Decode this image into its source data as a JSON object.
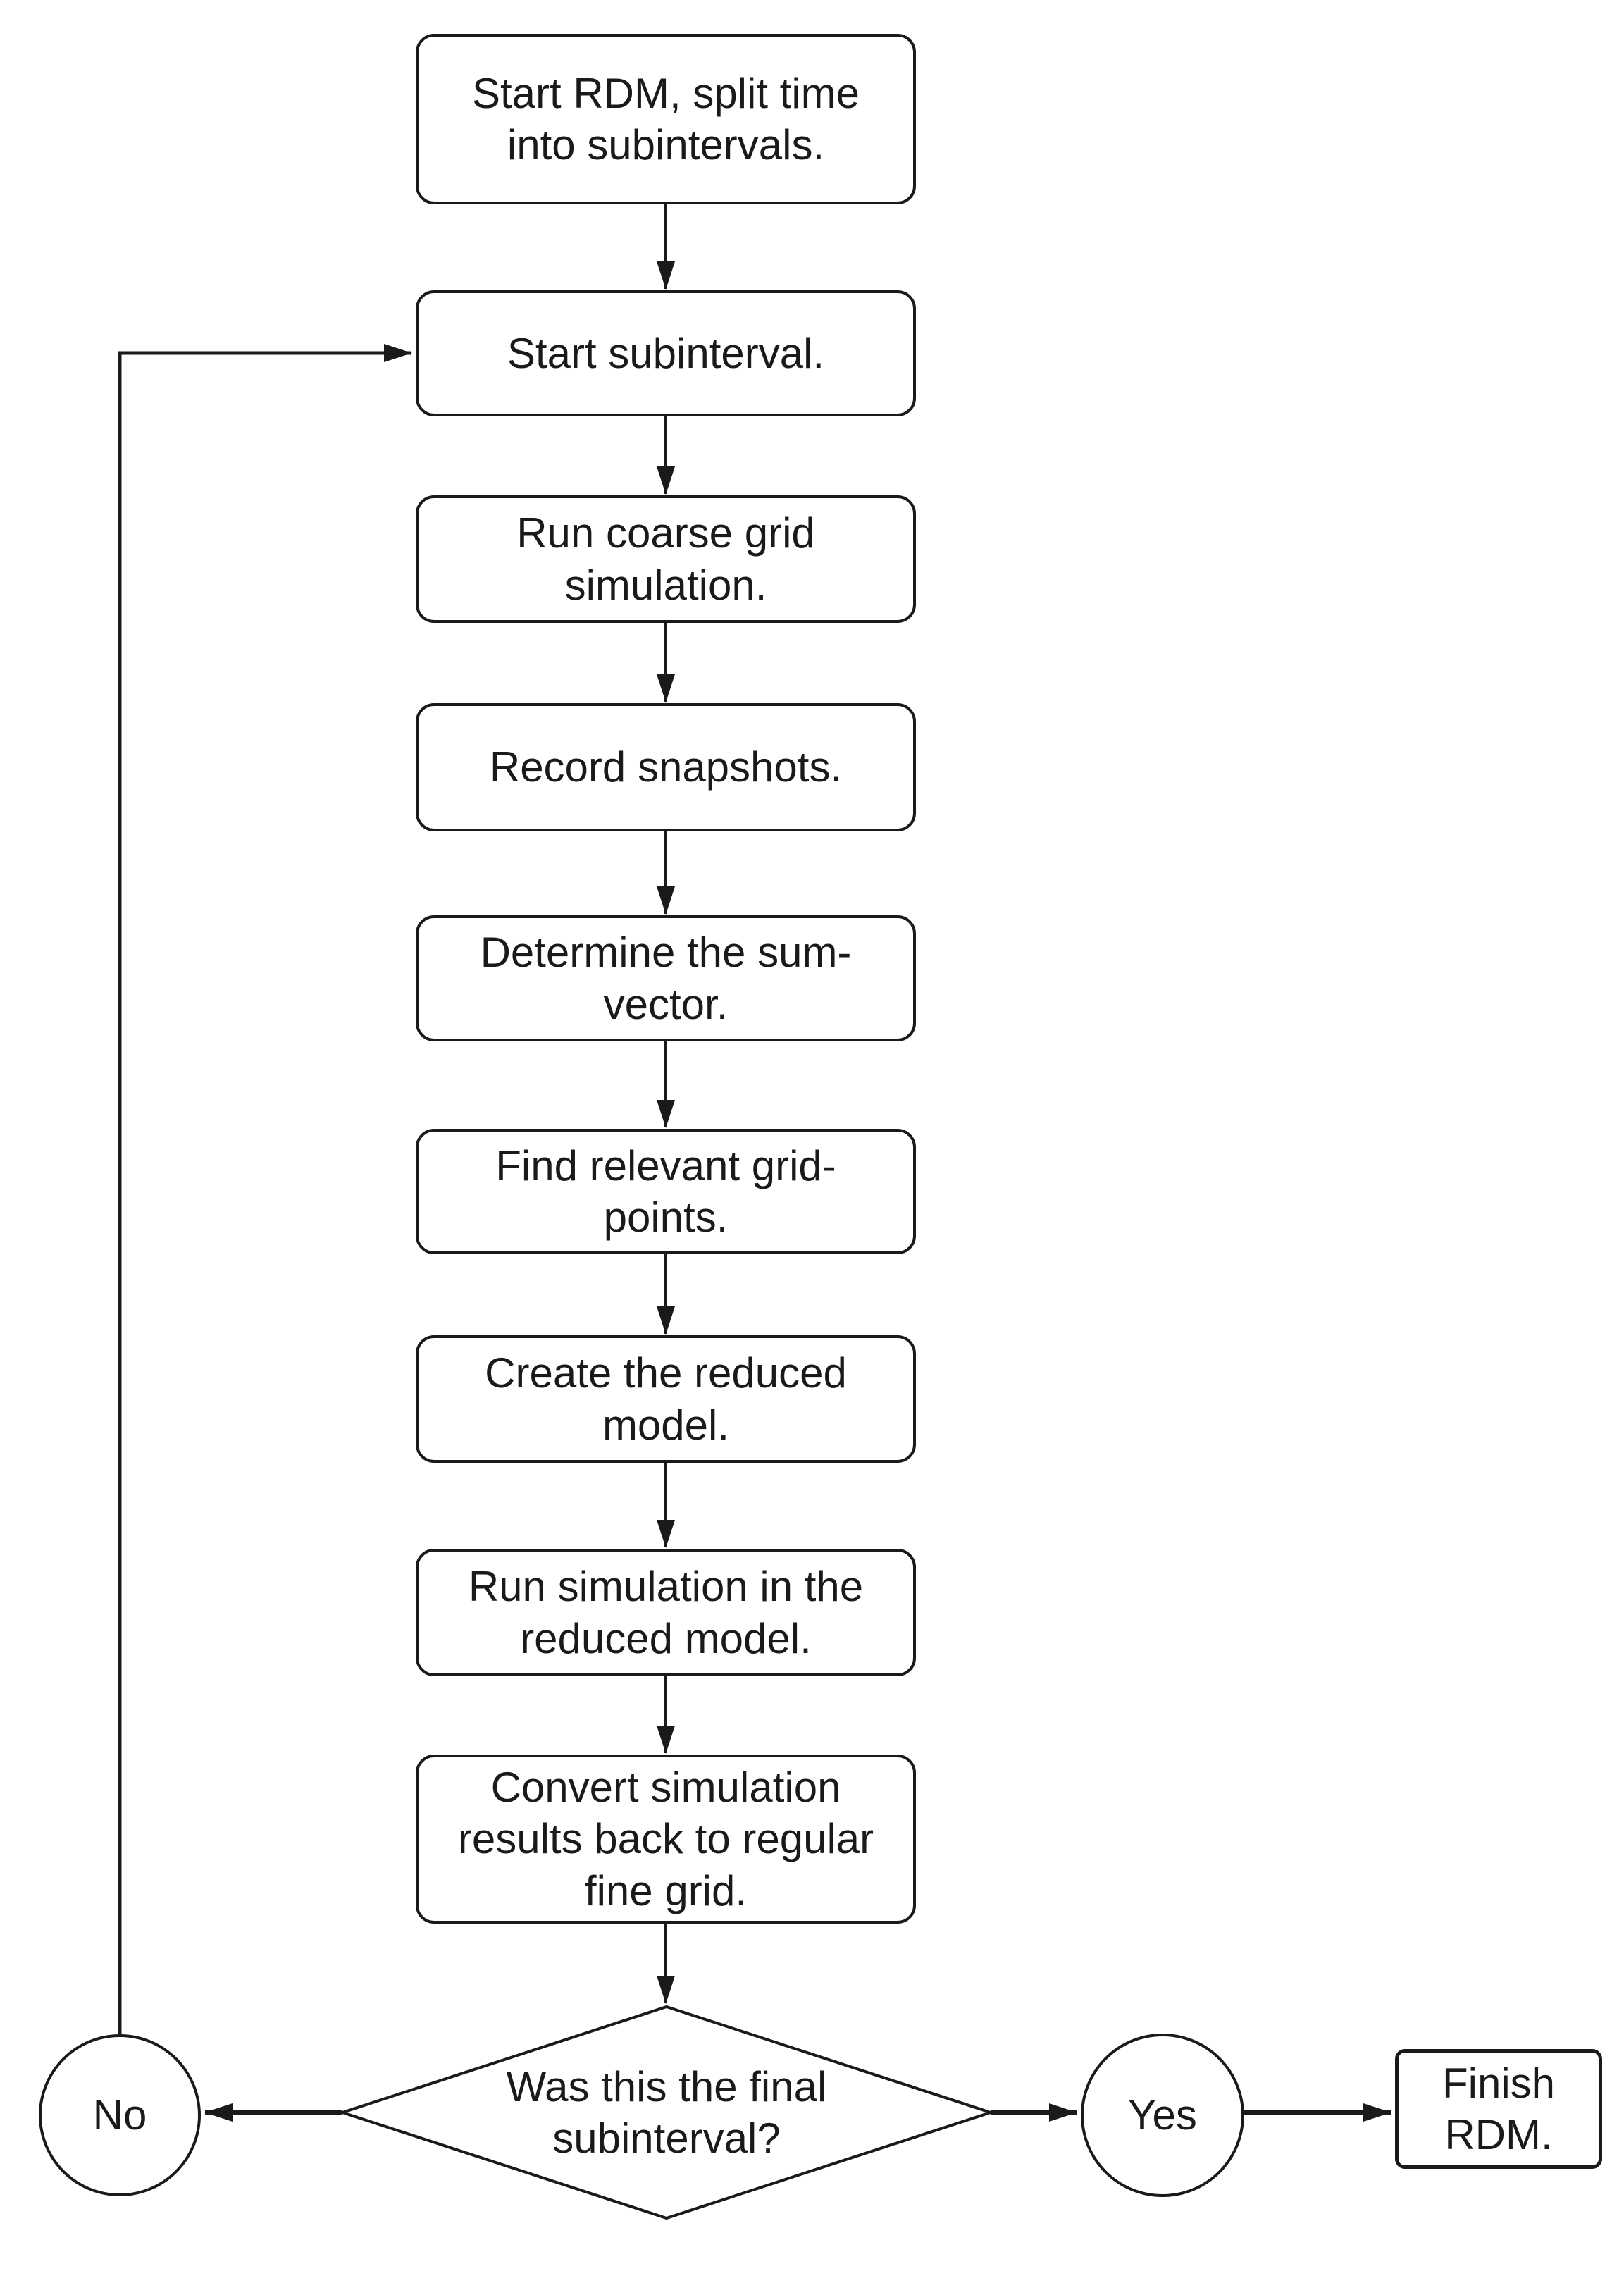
{
  "diagram": {
    "type": "flowchart",
    "background_color": "#ffffff",
    "stroke_color": "#1a1a1a",
    "text_color": "#1a1a1a",
    "nodes": {
      "start_rdm": "Start RDM, split time into subintervals.",
      "start_subinterval": "Start subinterval.",
      "run_coarse_grid": "Run coarse grid simulation.",
      "record_snapshots": "Record snapshots.",
      "determine_sum_vector": "Determine the sum-vector.",
      "find_grid_points": "Find relevant grid-points.",
      "create_reduced_model": "Create the reduced model.",
      "run_reduced_simulation": "Run simulation in the reduced model.",
      "convert_results": "Convert simulation results back to regular fine grid.",
      "decision_final_subinterval": "Was this the final subinterval?",
      "no_label": "No",
      "yes_label": "Yes",
      "finish_rdm": "Finish RDM."
    },
    "edges": [
      {
        "from": "start_rdm",
        "to": "start_subinterval"
      },
      {
        "from": "start_subinterval",
        "to": "run_coarse_grid"
      },
      {
        "from": "run_coarse_grid",
        "to": "record_snapshots"
      },
      {
        "from": "record_snapshots",
        "to": "determine_sum_vector"
      },
      {
        "from": "determine_sum_vector",
        "to": "find_grid_points"
      },
      {
        "from": "find_grid_points",
        "to": "create_reduced_model"
      },
      {
        "from": "create_reduced_model",
        "to": "run_reduced_simulation"
      },
      {
        "from": "run_reduced_simulation",
        "to": "convert_results"
      },
      {
        "from": "convert_results",
        "to": "decision_final_subinterval"
      },
      {
        "from": "decision_final_subinterval",
        "to": "no_label"
      },
      {
        "from": "decision_final_subinterval",
        "to": "yes_label"
      },
      {
        "from": "no_label",
        "to": "start_subinterval"
      },
      {
        "from": "yes_label",
        "to": "finish_rdm"
      }
    ]
  }
}
